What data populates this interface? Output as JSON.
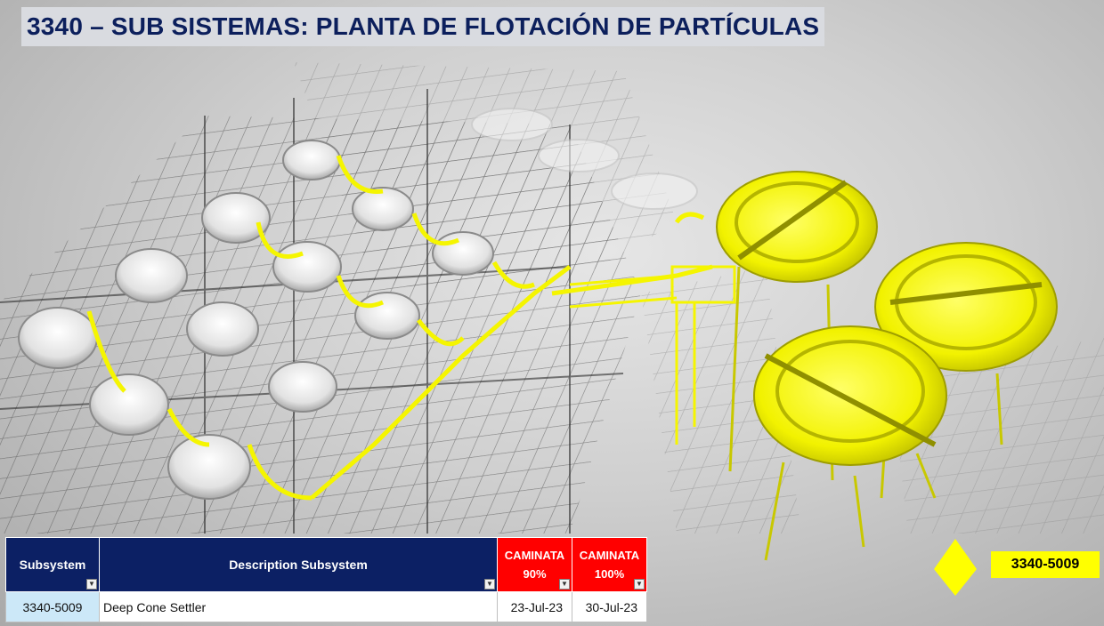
{
  "title": "3340 – SUB SISTEMAS: PLANTA DE FLOTACIÓN DE PARTÍCULAS",
  "colors": {
    "title_bg": "#d9dbe0",
    "title_text": "#0c1f5c",
    "header_blue": "#0c2064",
    "header_red": "#ff0000",
    "highlight_yellow": "#ffff00",
    "id_cell_bg": "#cce8f8"
  },
  "table": {
    "headers": {
      "subsystem": "Subsystem",
      "description": "Description Subsystem",
      "caminata90_line1": "CAMINATA",
      "caminata90_line2": "90%",
      "caminata100_line1": "CAMINATA",
      "caminata100_line2": "100%"
    },
    "rows": [
      {
        "subsystem": "3340-5009",
        "description": "Deep Cone Settler",
        "caminata90": "23-Jul-23",
        "caminata100": "30-Jul-23"
      }
    ]
  },
  "badge": "3340-5009",
  "icons": {
    "filter": "filter-dropdown-icon",
    "marker": "diamond-marker-icon"
  }
}
